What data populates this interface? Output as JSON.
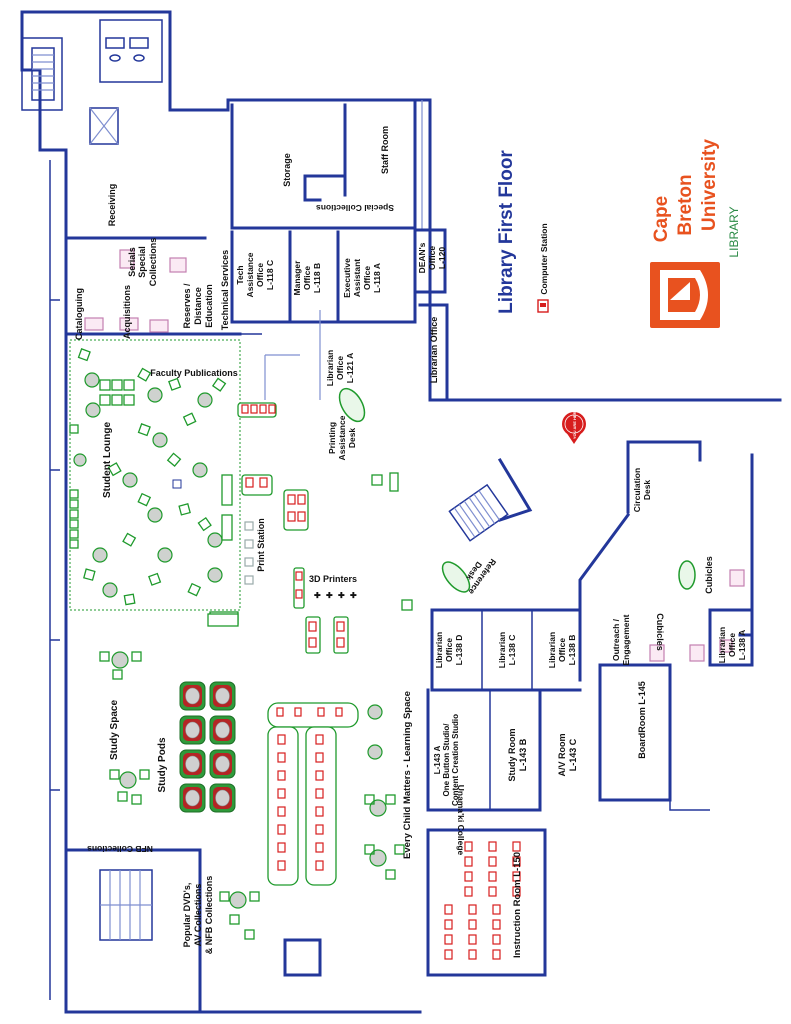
{
  "title": "Library First Floor",
  "legend": {
    "computer_station": "Computer Station"
  },
  "logo": {
    "line1": "Cape",
    "line2": "Breton",
    "line3": "University",
    "sub": "LIBRARY"
  },
  "you_are_here": "YOU ARE HERE",
  "colors": {
    "wall": "#23379a",
    "green": "#1f9a2c",
    "red": "#d71d1d",
    "brand": "#e8521f",
    "library_green": "#2a8a45"
  },
  "rooms": {
    "storage": "Storage",
    "staff_room": "Staff Room",
    "special_collections": "Special Collections",
    "receiving": "Receiving",
    "serials": "Serials",
    "special_collections_2": "Special Collections",
    "cataloguing": "Cataloguing",
    "acquisitions": "Acquisitions",
    "reserves": "Reserves / Distance Education",
    "technical_services": "Technical Services",
    "tech_assistance": "Tech Assistance Office L-118 C",
    "manager_office": "Manager Office L-118 B",
    "exec_assistant": "Executive Assistant Office L-118 A",
    "dean": "DEAN's Office L-120",
    "librarian_office": "Librarian Office",
    "librarian_121a": "Librarian Office L-121 A",
    "faculty_publications": "Faculty Publications",
    "student_lounge": "Student Lounge",
    "printing_desk": "Printing Assistance Desk",
    "print_station": "Print Station",
    "printers_3d": "3D Printers",
    "reference_desk": "Reference Desk",
    "circulation_desk": "Circulation Desk",
    "cubicles_1": "Cubicles",
    "cubicles_2": "Cubicles",
    "outreach": "Outreach / Engagement",
    "lib_138d": "Librarian Office L-138 D",
    "lib_138c": "Librarian L-138 C",
    "lib_138b": "Librarian Office L-138 B",
    "lib_138a": "Librarian Office L-138 A",
    "boardroom": "BoardRoom L-145",
    "study_space": "Study Space",
    "study_pods": "Study Pods",
    "learning_space": "Every Child Matters - Learning Space",
    "one_button": "L-143 A One Button Studio/ Content Creation Studio",
    "study_room": "Study Room L-143 B",
    "av_room": "A/V Room L-143 C",
    "unamaki": "Unama'ki College",
    "instruction_room": "Instruction Room L-150",
    "nfb_collections": "NFB Collections",
    "popular_dvds": "Popular DVD's, AV Collections & NFB Collections"
  }
}
